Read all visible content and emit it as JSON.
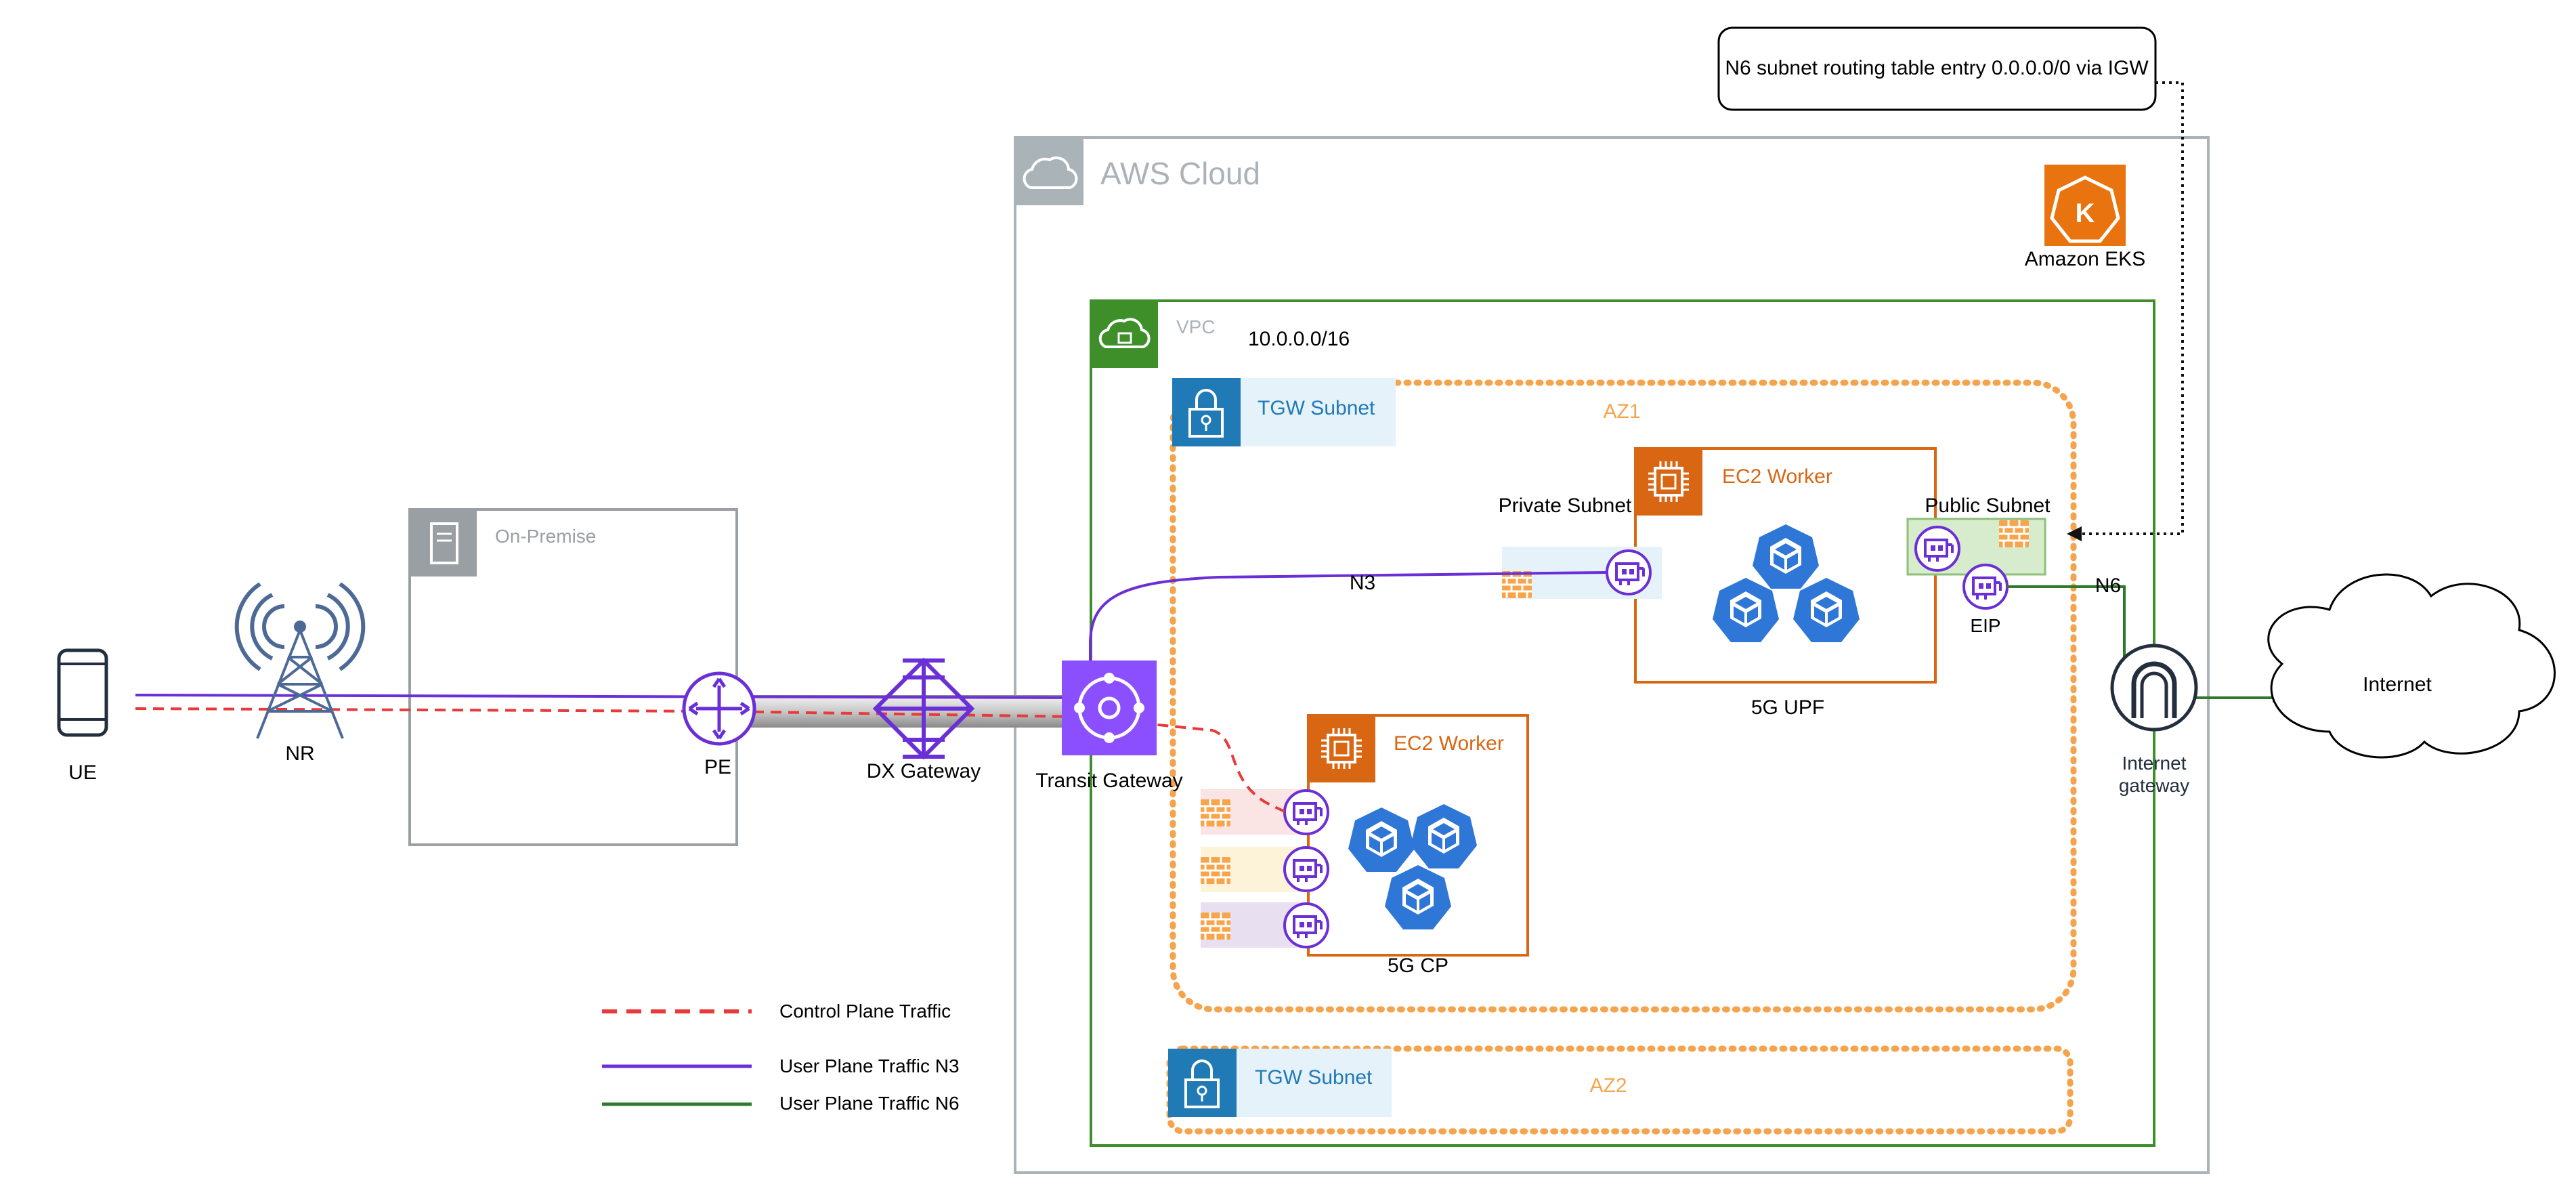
{
  "labels": {
    "ue": "UE",
    "nr": "NR",
    "on_premise": "On-Premise",
    "pe": "PE",
    "dx_gateway": "DX Gateway",
    "transit_gateway": "Transit Gateway",
    "aws_cloud": "AWS Cloud",
    "amazon_eks": "Amazon EKS",
    "vpc": "VPC",
    "vpc_cidr": "10.0.0.0/16",
    "tgw_subnet_az1": "TGW Subnet",
    "tgw_subnet_az2": "TGW Subnet",
    "az1": "AZ1",
    "az2": "AZ2",
    "ec2_worker_upf": "EC2 Worker",
    "ec2_worker_cp": "EC2 Worker",
    "private_subnet": "Private Subnet",
    "public_subnet": "Public Subnet",
    "n3": "N3",
    "n6": "N6",
    "eip": "EIP",
    "upf": "5G UPF",
    "cp": "5G CP",
    "internet_gateway_line1": "Internet",
    "internet_gateway_line2": "gateway",
    "internet": "Internet",
    "routing_note": "N6 subnet routing table entry 0.0.0.0/0 via IGW"
  },
  "legend": [
    {
      "label": "Control Plane Traffic",
      "color": "#e83a3a",
      "style": "dashed"
    },
    {
      "label": "User Plane Traffic N3",
      "color": "#6a2fd6",
      "style": "solid"
    },
    {
      "label": "User Plane Traffic N6",
      "color": "#2d7a2d",
      "style": "solid"
    }
  ],
  "colors": {
    "aws_cloud_border": "#aab3b8",
    "vpc_border": "#3e8e2a",
    "az_dotted": "#f5a44d",
    "tgw_subnet_fill": "#e6f2fa",
    "tgw_subnet_blue": "#1f7ab5",
    "ec2_orange": "#d86613",
    "eks_orange": "#e9730e",
    "k8s_blue": "#2f77d6",
    "purple": "#6a2fd6",
    "red": "#e83a3a",
    "green": "#2d7a2d",
    "grey_box": "#9a9fa3"
  },
  "icons": [
    "mobile-phone-icon",
    "radio-tower-icon",
    "server-icon",
    "router-icon",
    "dx-gateway-icon",
    "transit-gateway-icon",
    "cloud-icon",
    "eks-icon",
    "vpc-lock-icon",
    "subnet-lock-icon",
    "chip-icon",
    "kubernetes-pod-icon",
    "network-interface-icon",
    "firewall-icon",
    "internet-gateway-icon",
    "internet-cloud-icon"
  ]
}
